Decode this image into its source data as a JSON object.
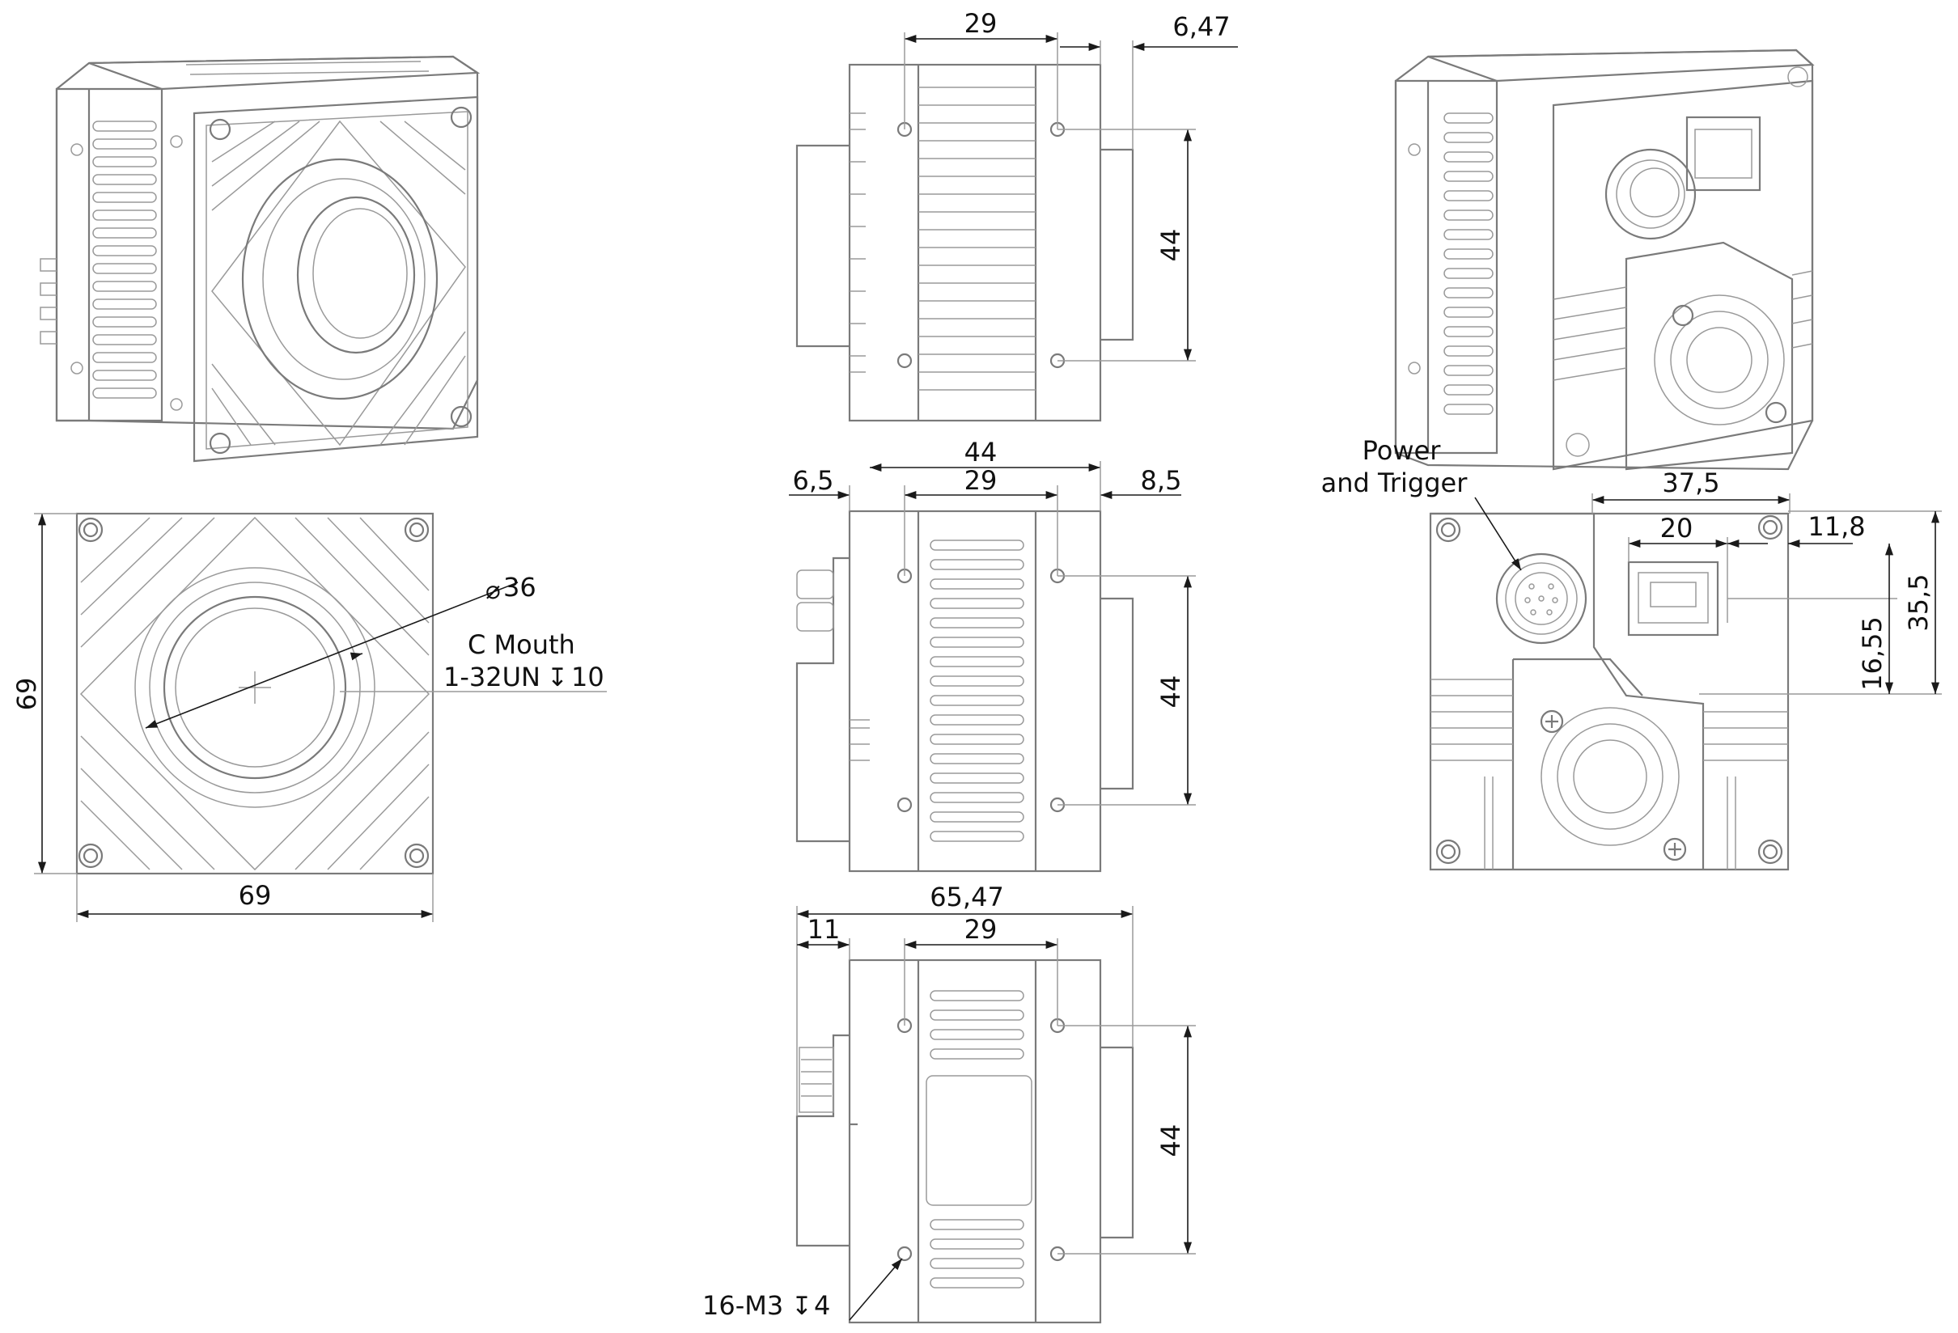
{
  "views": {
    "iso_front": "isometric-front-view",
    "front": "front-view",
    "top_side": "top-side-view",
    "left_side": "left-side-view",
    "bottom_side": "bottom-side-view",
    "iso_rear": "isometric-rear-view",
    "rear": "rear-view"
  },
  "front_view": {
    "height_dim": "69",
    "width_dim": "69",
    "diameter_symbol": "⌀",
    "diameter_dim": "36",
    "mount_label": "C Mouth",
    "thread_label": "1-32UN",
    "depth_symbol": "↧",
    "thread_depth": "10"
  },
  "side_view_top": {
    "hole_spacing_dim": "29",
    "offset_dim": "6,47",
    "height_dim": "44"
  },
  "side_view_middle": {
    "total_dim": "44",
    "left_offset_dim": "6,5",
    "hole_spacing_dim": "29",
    "right_offset_dim": "8,5",
    "height_dim": "44"
  },
  "side_view_bottom": {
    "total_dim": "65,47",
    "connector_dim": "11",
    "hole_spacing_dim": "29",
    "height_dim": "44",
    "screw_label": "16-M3",
    "depth_symbol": "↧",
    "screw_depth": "4"
  },
  "rear_view": {
    "connector_label_line1": "Power",
    "connector_label_line2": "and Trigger",
    "width_dim": "37,5",
    "port_width_dim": "20",
    "right_offset_dim": "11,8",
    "port_height_dim": "16,55",
    "total_height_dim": "35,5"
  },
  "colors": {
    "outline": "#7a7a7a",
    "dimension": "#1a1a1a",
    "background": "#ffffff"
  }
}
